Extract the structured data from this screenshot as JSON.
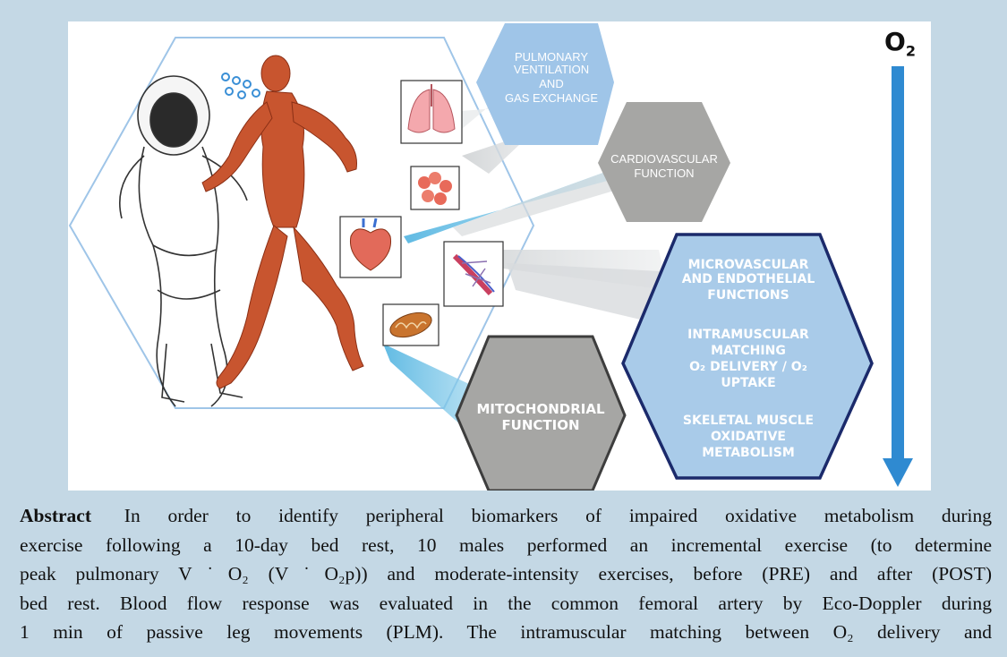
{
  "figure": {
    "labels": {
      "pulmonary": [
        "PULMONARY",
        "VENTILATION",
        "AND",
        "GAS EXCHANGE"
      ],
      "cardiovascular": [
        "CARDIOVASCULAR",
        "FUNCTION"
      ],
      "microvascular": [
        "MICROVASCULAR",
        "AND ENDOTHELIAL",
        "FUNCTIONS"
      ],
      "intramuscular": [
        "INTRAMUSCULAR",
        "MATCHING"
      ],
      "o2_delivery_uptake": "O₂ DELIVERY / O₂",
      "uptake": "UPTAKE",
      "skeletal": [
        "SKELETAL MUSCLE",
        "OXIDATIVE",
        "METABOLISM"
      ],
      "mitochondrial": [
        "MITOCHONDRIAL",
        "FUNCTION"
      ]
    },
    "arrow_label": "O",
    "arrow_label_sub": "2",
    "colors": {
      "light_blue": "#9fc5e8",
      "blue_hex_fill": "#a9cbe9",
      "navy_border": "#1b2a6b",
      "gray_hex": "#a6a6a4",
      "arrow_blue": "#2f8ad1",
      "cone_blue": "#4fb3e0",
      "muscle_red": "#c8552f"
    },
    "icons": [
      "lungs-icon",
      "alveoli-icon",
      "heart-icon",
      "capillary-icon",
      "mitochondrion-icon",
      "astronaut-icon",
      "runner-icon",
      "bubbles-icon"
    ]
  },
  "abstract": {
    "heading": "Abstract",
    "lines": [
      "In order to identify peripheral biomarkers of impaired oxidative metabolism during",
      "exercise following a 10-day bed rest, 10 males performed an incremental exercise (to determine",
      "peak pulmonary V˙O₂ (V˙O₂p)) and moderate-intensity exercises, before (PRE) and after (POST)",
      "bed rest. Blood flow response was evaluated in the common femoral artery by Eco-Doppler during",
      "1 min of passive leg movements (PLM). The intramuscular matching between O₂ delivery and"
    ]
  }
}
